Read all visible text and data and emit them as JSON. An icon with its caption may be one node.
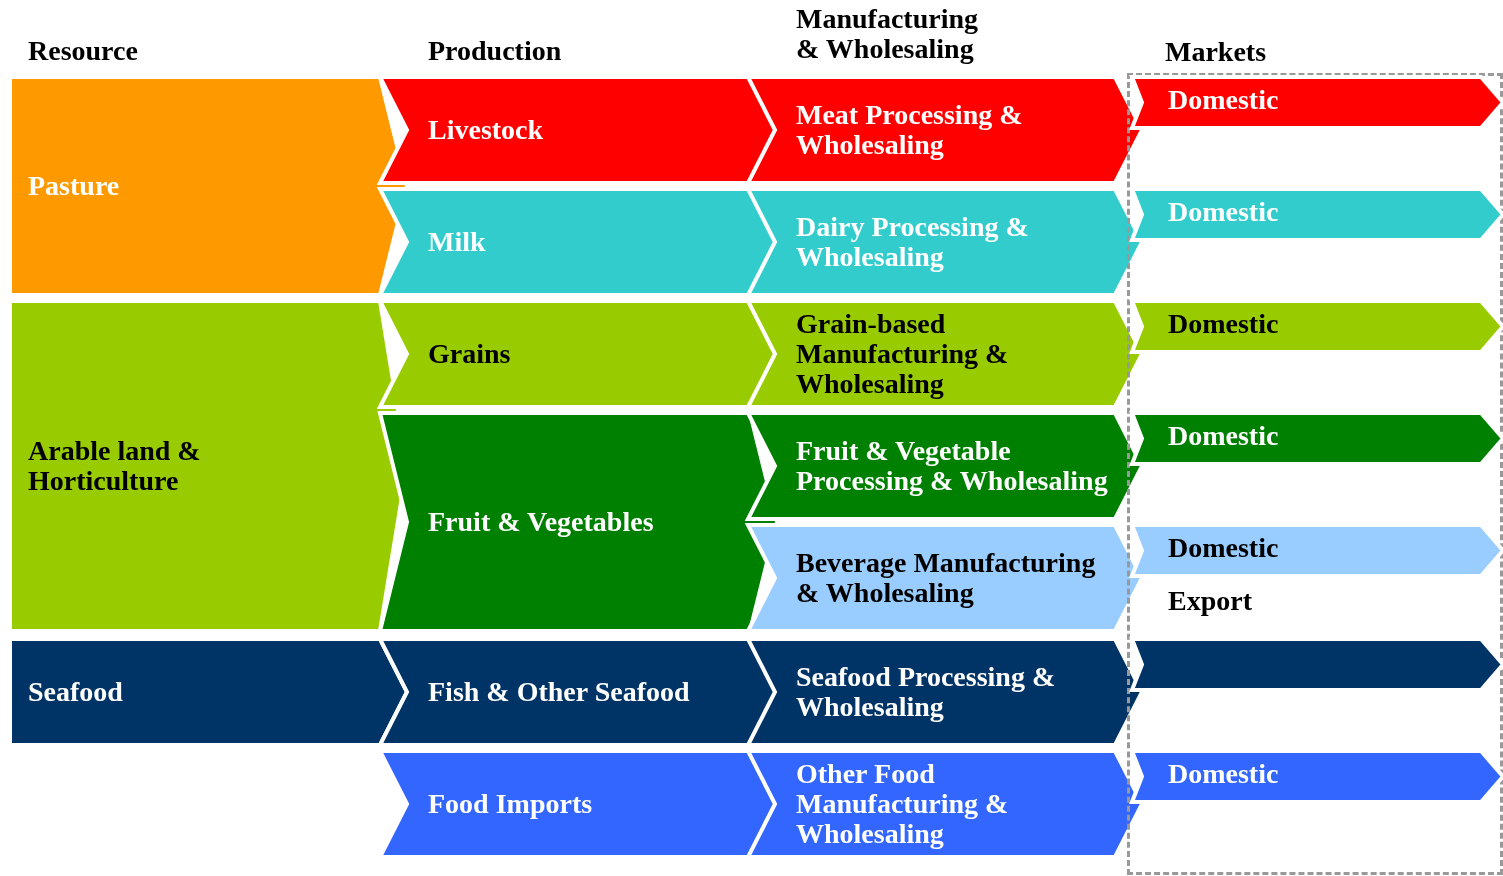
{
  "diagram": {
    "nodes": [
      {
        "text": [
          "Pasture"
        ]
      },
      {
        "text": [
          "Arable land & Horticulture"
        ]
      },
      {
        "text": [
          "Seafood"
        ]
      },
      {
        "text": [
          "Livestock"
        ]
      },
      {
        "text": [
          "Milk"
        ]
      },
      {
        "text": [
          "Grains"
        ]
      },
      {
        "text": [
          "Fruit & Vegetables"
        ]
      },
      {
        "text": [
          "Fish & Other Seafood"
        ]
      },
      {
        "text": [
          "Food Imports"
        ]
      },
      {
        "text": [
          "Meat Processing & Wholesaling"
        ]
      },
      {
        "text": [
          "Dairy Processing & Wholesaling"
        ]
      },
      {
        "text": [
          "Grain-based Manufacturing & Wholesaling"
        ]
      },
      {
        "text": [
          "Fruit & Vegetable Processing & Wholesaling"
        ]
      },
      {
        "text": [
          "Beverage Manufacturing & Wholesaling"
        ]
      },
      {
        "text": [
          "Seafood Processing & Wholesaling"
        ]
      },
      {
        "text": [
          "Other Food Manufacturing & Wholesaling"
        ]
      },
      {
        "text": [
          "Markets"
        ]
      },
      {
        "text": [
          "Domestic"
        ],
        "in": 16
      },
      {
        "text": [
          "Domestic"
        ],
        "in": 16
      },
      {
        "text": [
          "Domestic"
        ],
        "in": 16
      },
      {
        "text": [
          "Domestic"
        ],
        "in": 16
      },
      {
        "text": [
          "Domestic"
        ],
        "in": 16,
        "beside": [
          "Export"
        ]
      },
      {
        "text": [],
        "shape": "arrow",
        "in": 16
      },
      {
        "text": [
          "Domestic"
        ],
        "in": 16
      }
    ],
    "labels": [
      "Resource",
      "Production",
      "Manufacturing & Wholesaling"
    ]
  }
}
